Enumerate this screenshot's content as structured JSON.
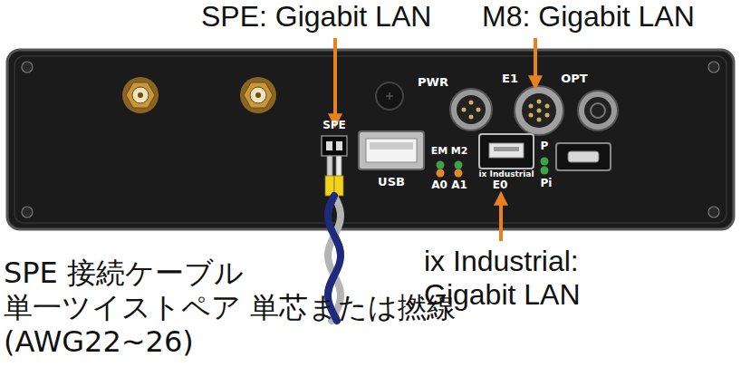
{
  "diagram": {
    "labels": [
      "SPE: Gigabit LAN",
      "M8: Gigabit LAN",
      "PWR",
      "E1",
      "OPT",
      "SPE",
      "EM",
      "M2",
      "P",
      "USB",
      "A0",
      "A1",
      "ix Industrial",
      "E0",
      "Pi",
      "SPE 接続ケーブル 単一ツイストペア 単芯または撚線 (AWG22~26)",
      "ix Industrial: Gigabit LAN"
    ]
  }
}
